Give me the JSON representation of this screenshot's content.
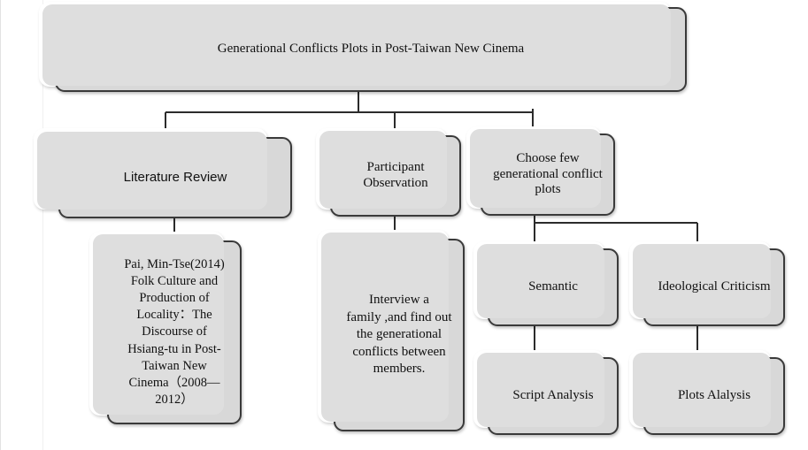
{
  "diagram": {
    "title": "Generational Conflicts Plots in Post-Taiwan New Cinema",
    "type": "tree-flowchart",
    "theme": {
      "background": "#ffffff",
      "node_fill": "#d8d8d8",
      "node_inner_fill": "#dedede",
      "node_border": "#3a3a3a",
      "ghost_fill": "#ffffff",
      "connector": "#2b2b2b",
      "text": "#111111"
    },
    "nodes": {
      "root": {
        "label": "Generational Conflicts Plots in Post-Taiwan New Cinema"
      },
      "literature_review": {
        "label": "Literature Review"
      },
      "participant_observation": {
        "label": "Participant\nObservation"
      },
      "choose_plots": {
        "label": "Choose few\ngenerational conflict\nplots"
      },
      "pai_citation": {
        "label": "Pai, Min-Tse(2014)\nFolk Culture and\nProduction of\nLocality：The\nDiscourse of\nHsiang-tu in Post-\nTaiwan New\nCinema（2008—\n2012）"
      },
      "interview": {
        "label": "Interview a\nfamily ,and find out\nthe generational\nconflicts between\nmembers."
      },
      "semantic": {
        "label": "Semantic"
      },
      "ideological_criticism": {
        "label": "Ideological Criticism"
      },
      "script_analysis": {
        "label": "Script Analysis"
      },
      "plots_analysis": {
        "label": "Plots Alalysis"
      }
    },
    "edges": [
      {
        "from": "root",
        "to": "literature_review"
      },
      {
        "from": "root",
        "to": "participant_observation"
      },
      {
        "from": "root",
        "to": "choose_plots"
      },
      {
        "from": "literature_review",
        "to": "pai_citation"
      },
      {
        "from": "participant_observation",
        "to": "interview"
      },
      {
        "from": "choose_plots",
        "to": "semantic"
      },
      {
        "from": "choose_plots",
        "to": "ideological_criticism"
      },
      {
        "from": "semantic",
        "to": "script_analysis"
      },
      {
        "from": "ideological_criticism",
        "to": "plots_analysis"
      }
    ]
  }
}
